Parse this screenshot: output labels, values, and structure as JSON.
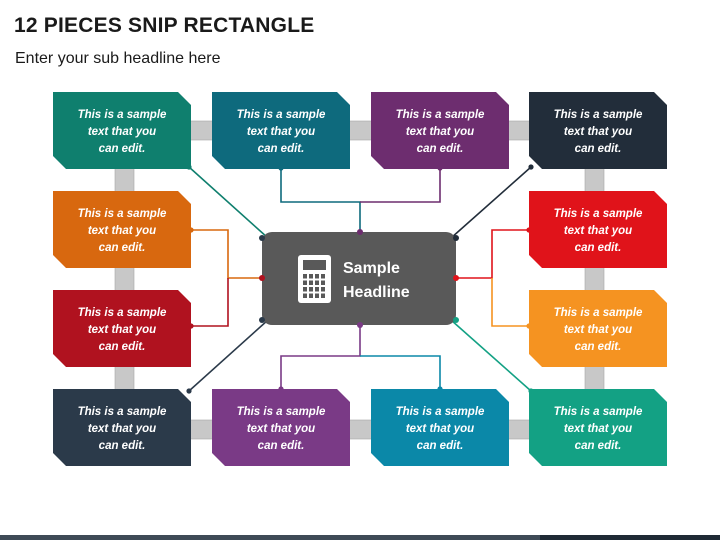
{
  "header": {
    "title": "12 PIECES SNIP RECTANGLE",
    "subtitle": "Enter your sub headline here"
  },
  "center": {
    "line1": "Sample",
    "line2": "Headline",
    "icon": "calculator-icon",
    "color": "#595959"
  },
  "cards": [
    {
      "id": "top-1",
      "lines": [
        "This is a sample",
        "text that you",
        "can edit."
      ],
      "color": "#0f7f6e"
    },
    {
      "id": "top-2",
      "lines": [
        "This is a sample",
        "text that you",
        "can edit."
      ],
      "color": "#0e6a7d"
    },
    {
      "id": "top-3",
      "lines": [
        "This is a sample",
        "text that you",
        "can edit."
      ],
      "color": "#6d2d6f"
    },
    {
      "id": "top-4",
      "lines": [
        "This is a sample",
        "text that you",
        "can edit."
      ],
      "color": "#222d3a"
    },
    {
      "id": "left-1",
      "lines": [
        "This is a sample",
        "text that you",
        "can edit."
      ],
      "color": "#d8680f"
    },
    {
      "id": "left-2",
      "lines": [
        "This is a sample",
        "text that you",
        "can edit."
      ],
      "color": "#b0121f"
    },
    {
      "id": "right-1",
      "lines": [
        "This is a sample",
        "text that you",
        "can edit."
      ],
      "color": "#e0131a"
    },
    {
      "id": "right-2",
      "lines": [
        "This is a sample",
        "text that you",
        "can edit."
      ],
      "color": "#f59321"
    },
    {
      "id": "bottom-1",
      "lines": [
        "This is a sample",
        "text that you",
        "can edit."
      ],
      "color": "#2b3a4a"
    },
    {
      "id": "bottom-2",
      "lines": [
        "This is a sample",
        "text that you",
        "can edit."
      ],
      "color": "#7a3a86"
    },
    {
      "id": "bottom-3",
      "lines": [
        "This is a sample",
        "text that you",
        "can edit."
      ],
      "color": "#0b88a8"
    },
    {
      "id": "bottom-4",
      "lines": [
        "This is a sample",
        "text that you",
        "can edit."
      ],
      "color": "#13a184"
    }
  ],
  "colors": {
    "rail": "#c8c8c8",
    "rail_edge": "#a6a6a6"
  }
}
